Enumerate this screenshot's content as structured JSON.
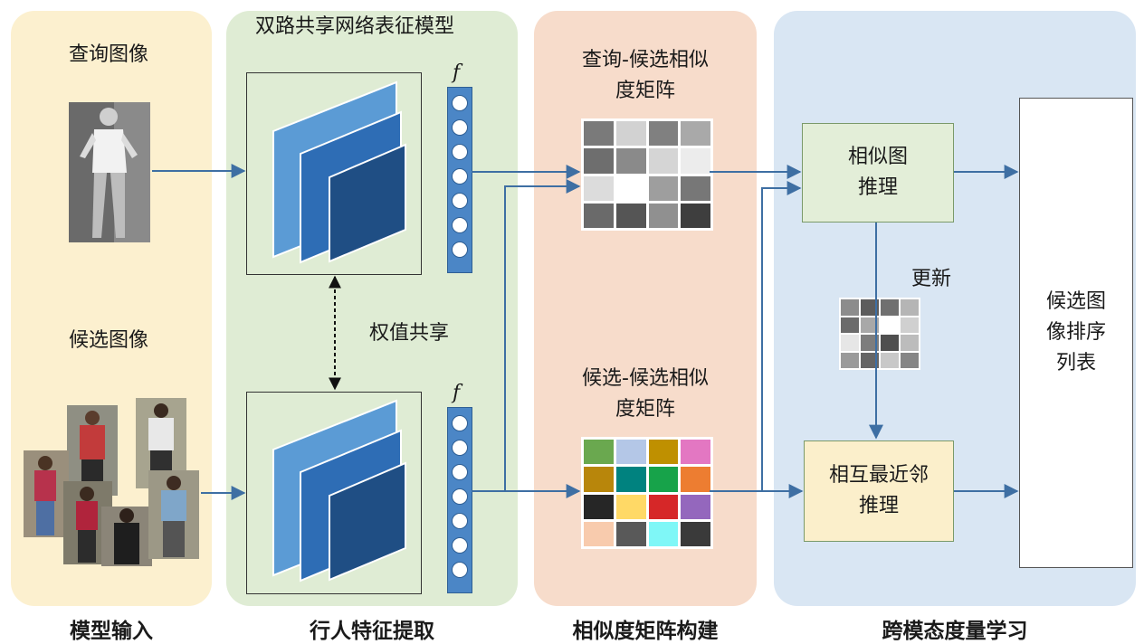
{
  "sections": {
    "input": {
      "label": "模型输入",
      "color": "#fcf0cf"
    },
    "feature": {
      "label": "行人特征提取",
      "color": "#dfecd4",
      "model_title": "双路共享网络表征模型"
    },
    "matrix": {
      "label": "相似度矩阵构建",
      "color": "#f7dccb"
    },
    "metric": {
      "label": "跨模态度量学习",
      "color": "#d9e6f3"
    }
  },
  "labels": {
    "query_image": "查询图像",
    "candidate_image": "候选图像",
    "weight_sharing": "权值共享",
    "feature_symbol": "f",
    "qc_matrix": "查询-候选相似度矩阵",
    "cc_matrix": "候选-候选相似度矩阵",
    "graph_reasoning": "相似图推理",
    "knn_reasoning": "相互最近邻推理",
    "update": "更新",
    "ranking_list": "候选图像排序列表"
  },
  "colors": {
    "arrow": "#3e6fa3",
    "conv_light": "#5b9bd5",
    "conv_mid": "#2e6db5",
    "conv_dark": "#1f4e84",
    "graph_box": "#e3eed8",
    "knn_box": "#fbefcb"
  },
  "qc_matrix_cells": [
    "#7a7a7a",
    "#d2d2d2",
    "#808080",
    "#a9a9a9",
    "#6e6e6e",
    "#8a8a8a",
    "#d5d5d5",
    "#ececec",
    "#dcdcdc",
    "#ffffff",
    "#9e9e9e",
    "#777777",
    "#6a6a6a",
    "#555555",
    "#909090",
    "#3e3e3e"
  ],
  "cc_matrix_cells": [
    "#6aa84f",
    "#b4c7e7",
    "#bf9000",
    "#e377c2",
    "#b8860b",
    "#00827f",
    "#17a34a",
    "#ed7d31",
    "#262626",
    "#ffd966",
    "#d62728",
    "#9467bd",
    "#f8cbad",
    "#595959",
    "#7ff7f7",
    "#3a3a3a"
  ],
  "update_matrix_cells": [
    "#8c8c8c",
    "#5c5c5c",
    "#707070",
    "#b5b5b5",
    "#6b6b6b",
    "#a8a8a8",
    "#ffffff",
    "#d0d0d0",
    "#e6e6e6",
    "#7d7d7d",
    "#4f4f4f",
    "#bcbcbc",
    "#9a9a9a",
    "#656565",
    "#c8c8c8",
    "#858585"
  ]
}
